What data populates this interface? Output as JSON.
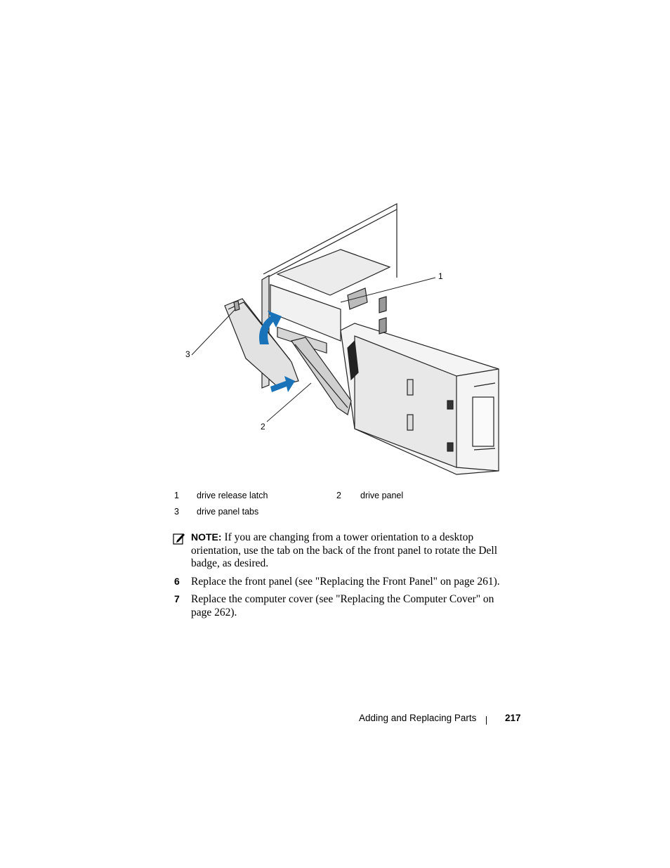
{
  "figure": {
    "callouts": [
      {
        "id": "c1",
        "label": "1"
      },
      {
        "id": "c2",
        "label": "2"
      },
      {
        "id": "c3",
        "label": "3"
      }
    ],
    "arrow_color": "#1a73b8"
  },
  "legend": {
    "items": [
      {
        "num": "1",
        "text": "drive release latch"
      },
      {
        "num": "2",
        "text": "drive panel"
      },
      {
        "num": "3",
        "text": "drive panel tabs"
      }
    ]
  },
  "note": {
    "icon": "pencil-note-icon",
    "label": "NOTE:",
    "text": " If you are changing from a tower orientation to a desktop orientation, use the tab on the back of the front panel to rotate the Dell badge, as desired."
  },
  "steps": [
    {
      "num": "6",
      "text": "Replace the front panel (see \"Replacing the Front Panel\" on page 261)."
    },
    {
      "num": "7",
      "text": "Replace the computer cover (see \"Replacing the Computer Cover\" on page 262)."
    }
  ],
  "footer": {
    "section": "Adding and Replacing Parts",
    "page": "217"
  }
}
